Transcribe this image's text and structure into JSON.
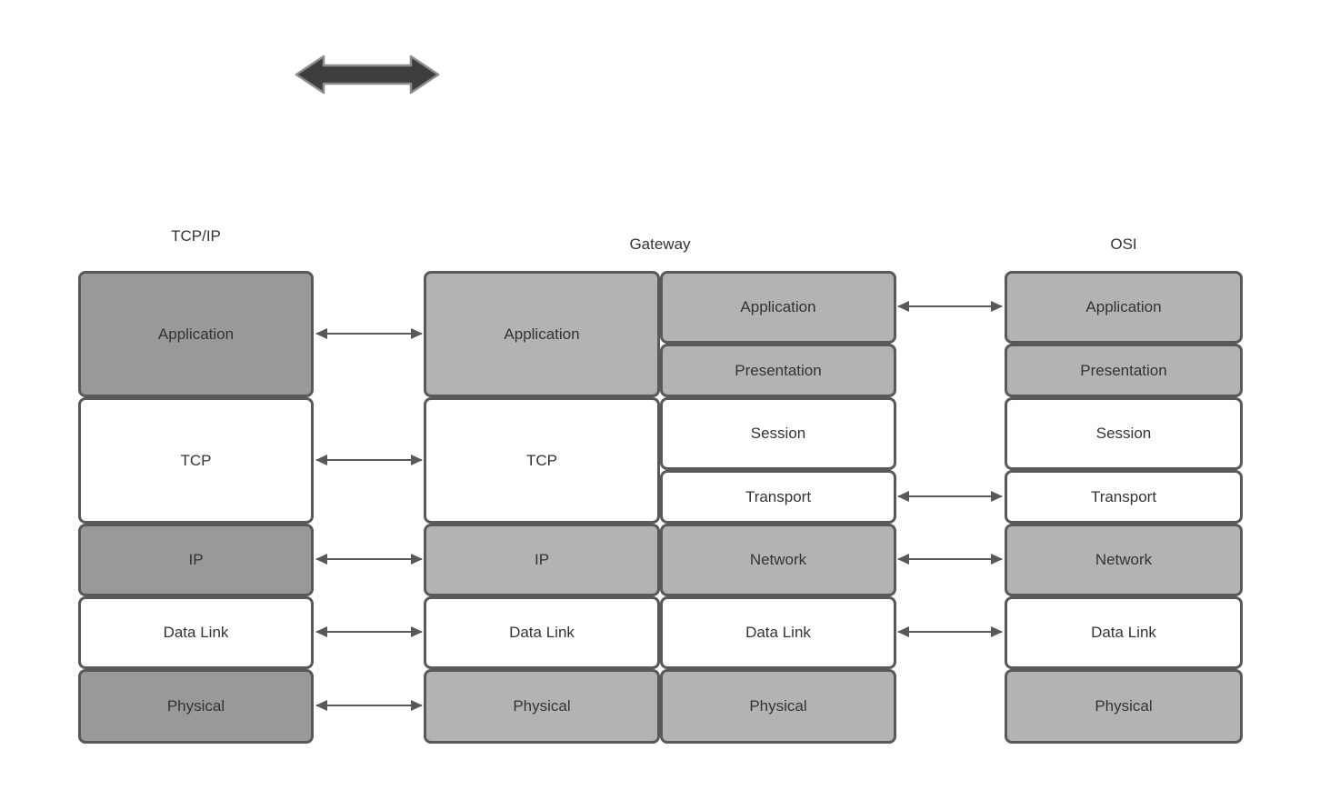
{
  "colors": {
    "dark_gray": "#999999",
    "light_gray": "#b3b3b3",
    "white": "#ffffff",
    "box_border": "#595959",
    "text": "#333333",
    "arrow": "#595959",
    "thick_arrow_fill": "#3e3e3e",
    "thick_arrow_stroke": "#8c8c8c"
  },
  "headers": {
    "tcpip": "TCP/IP",
    "gateway": "Gateway",
    "osi": "OSI"
  },
  "tcpip_layers": [
    {
      "label": "Application",
      "shade": "dark"
    },
    {
      "label": "TCP",
      "shade": "white"
    },
    {
      "label": "IP",
      "shade": "dark"
    },
    {
      "label": "Data Link",
      "shade": "white"
    },
    {
      "label": "Physical",
      "shade": "dark"
    }
  ],
  "gateway_left_layers": [
    {
      "label": "Application",
      "shade": "light"
    },
    {
      "label": "TCP",
      "shade": "white"
    },
    {
      "label": "IP",
      "shade": "light"
    },
    {
      "label": "Data Link",
      "shade": "white"
    },
    {
      "label": "Physical",
      "shade": "light"
    }
  ],
  "gateway_right_layers": [
    {
      "label": "Application",
      "shade": "light"
    },
    {
      "label": "Presentation",
      "shade": "light"
    },
    {
      "label": "Session",
      "shade": "white"
    },
    {
      "label": "Transport",
      "shade": "white"
    },
    {
      "label": "Network",
      "shade": "light"
    },
    {
      "label": "Data Link",
      "shade": "white"
    },
    {
      "label": "Physical",
      "shade": "light"
    }
  ],
  "osi_layers": [
    {
      "label": "Application",
      "shade": "light"
    },
    {
      "label": "Presentation",
      "shade": "light"
    },
    {
      "label": "Session",
      "shade": "white"
    },
    {
      "label": "Transport",
      "shade": "white"
    },
    {
      "label": "Network",
      "shade": "light"
    },
    {
      "label": "Data Link",
      "shade": "white"
    },
    {
      "label": "Physical",
      "shade": "light"
    }
  ],
  "connections": {
    "tcpip_to_gateway": [
      "Application",
      "TCP",
      "IP",
      "Data Link",
      "Physical"
    ],
    "gateway_to_osi": [
      "Application",
      "Transport",
      "Network",
      "Data Link"
    ]
  }
}
